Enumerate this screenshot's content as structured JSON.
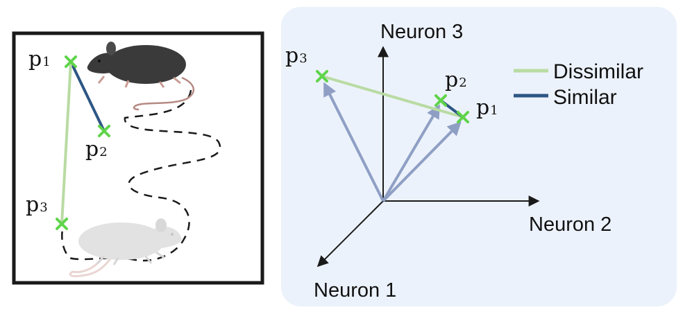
{
  "left_panel": {
    "points": [
      {
        "id": "p1",
        "base": "p",
        "sub": "1"
      },
      {
        "id": "p2",
        "base": "p",
        "sub": "2"
      },
      {
        "id": "p3",
        "base": "p",
        "sub": "3"
      }
    ]
  },
  "right_panel": {
    "axes": {
      "neuron3": "Neuron 3",
      "neuron2": "Neuron 2",
      "neuron1": "Neuron 1"
    },
    "points": [
      {
        "id": "p1",
        "base": "p",
        "sub": "1"
      },
      {
        "id": "p2",
        "base": "p",
        "sub": "2"
      },
      {
        "id": "p3",
        "base": "p",
        "sub": "3"
      }
    ],
    "legend": [
      {
        "label": "Dissimilar",
        "color": "#b9dba3"
      },
      {
        "label": "Similar",
        "color": "#2d5684"
      }
    ]
  },
  "colors": {
    "marker": "#5fd44a",
    "dissimilar": "#b9dba3",
    "similar": "#2d5684",
    "vector": "#8f9fc4",
    "panel_bg": "#ecf2fb",
    "frame": "#1a1a1a",
    "dark_rat": "#3a3a3a",
    "light_rat": "#e2e2e2",
    "tail": "#b58a84"
  }
}
